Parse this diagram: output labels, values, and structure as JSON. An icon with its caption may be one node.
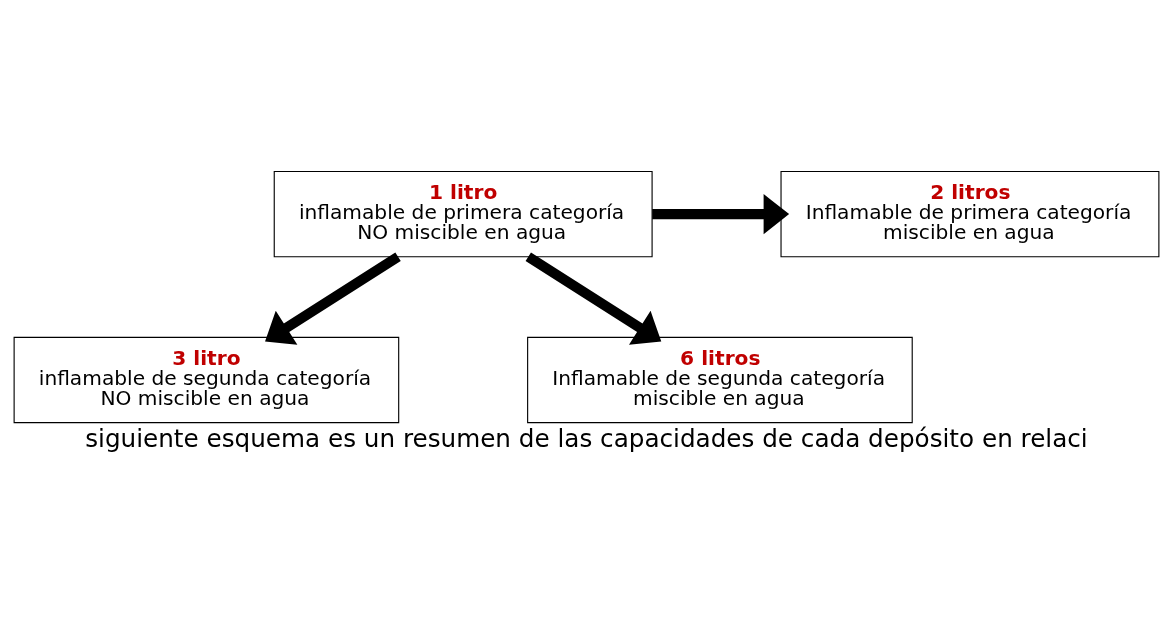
{
  "diagram": {
    "caption": "siguiente esquema es un resumen de las capacidades de cada depósito en relaci",
    "nodes": [
      {
        "text": [
          "1 litro",
          "inflamable de primera categoría NO miscible en agua"
        ]
      },
      {
        "text": [
          "2 litros",
          "Inflamable de primera categoría miscible en agua"
        ]
      },
      {
        "text": [
          "3 litro",
          "inflamable de segunda categoría NO miscible en agua"
        ]
      },
      {
        "text": [
          "6 litros",
          "Inflamable de segunda categoría miscible en agua"
        ]
      }
    ],
    "edges": [
      {
        "from": 0,
        "to": 1,
        "arrow": "to"
      },
      {
        "from": 0,
        "to": 2,
        "arrow": "to"
      },
      {
        "from": 0,
        "to": 3,
        "arrow": "to"
      }
    ]
  }
}
